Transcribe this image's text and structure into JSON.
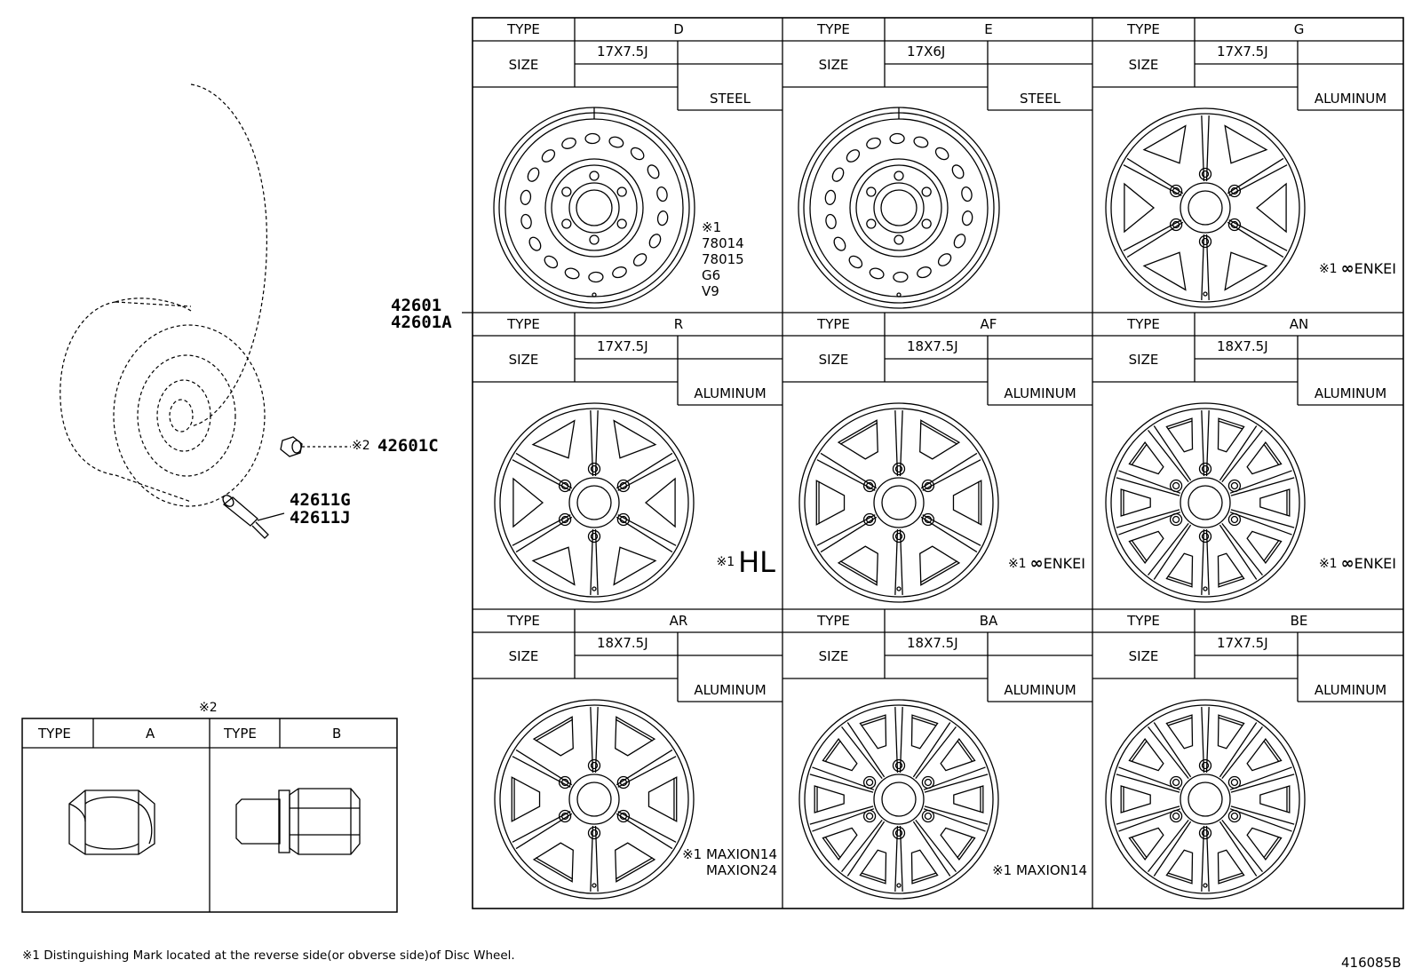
{
  "tables": [
    {
      "type_label": "TYPE",
      "type": "D",
      "size_label": "SIZE",
      "size": "17X7.5J",
      "material": "STEEL",
      "mark_lines": [
        "※1",
        "78014",
        "78015",
        "G6",
        "V9"
      ],
      "brand": ""
    },
    {
      "type_label": "TYPE",
      "type": "E",
      "size_label": "SIZE",
      "size": "17X6J",
      "material": "STEEL",
      "mark_lines": [],
      "brand": ""
    },
    {
      "type_label": "TYPE",
      "type": "G",
      "size_label": "SIZE",
      "size": "17X7.5J",
      "material": "ALUMINUM",
      "mark_prefix": "※1",
      "brand": "ENKEI"
    },
    {
      "type_label": "TYPE",
      "type": "R",
      "size_label": "SIZE",
      "size": "17X7.5J",
      "material": "ALUMINUM",
      "mark_prefix": "※1",
      "brand": "HL"
    },
    {
      "type_label": "TYPE",
      "type": "AF",
      "size_label": "SIZE",
      "size": "18X7.5J",
      "material": "ALUMINUM",
      "mark_prefix": "※1",
      "brand": "ENKEI"
    },
    {
      "type_label": "TYPE",
      "type": "AN",
      "size_label": "SIZE",
      "size": "18X7.5J",
      "material": "ALUMINUM",
      "mark_prefix": "※1",
      "brand": "ENKEI"
    },
    {
      "type_label": "TYPE",
      "type": "AR",
      "size_label": "SIZE",
      "size": "18X7.5J",
      "material": "ALUMINUM",
      "mark_lines": [
        "※1 MAXION14",
        "MAXION24"
      ],
      "brand": ""
    },
    {
      "type_label": "TYPE",
      "type": "BA",
      "size_label": "SIZE",
      "size": "18X7.5J",
      "material": "ALUMINUM",
      "mark_lines": [
        "※1 MAXION14"
      ],
      "brand": ""
    },
    {
      "type_label": "TYPE",
      "type": "BE",
      "size_label": "SIZE",
      "size": "17X7.5J",
      "material": "ALUMINUM",
      "mark_lines": [],
      "brand": ""
    }
  ],
  "parts": {
    "wheel": [
      "42601",
      "42601A"
    ],
    "nut": {
      "prefix": "※2",
      "number": "42601C"
    },
    "valve": [
      "42611G",
      "42611J"
    ]
  },
  "nut_table": {
    "note": "※2",
    "type_label": "TYPE",
    "type_a": "A",
    "type_b": "B"
  },
  "footnote": "※1 Distinguishing Mark located at the reverse side(or obverse side)of Disc Wheel.",
  "diagram_id": "416085B"
}
